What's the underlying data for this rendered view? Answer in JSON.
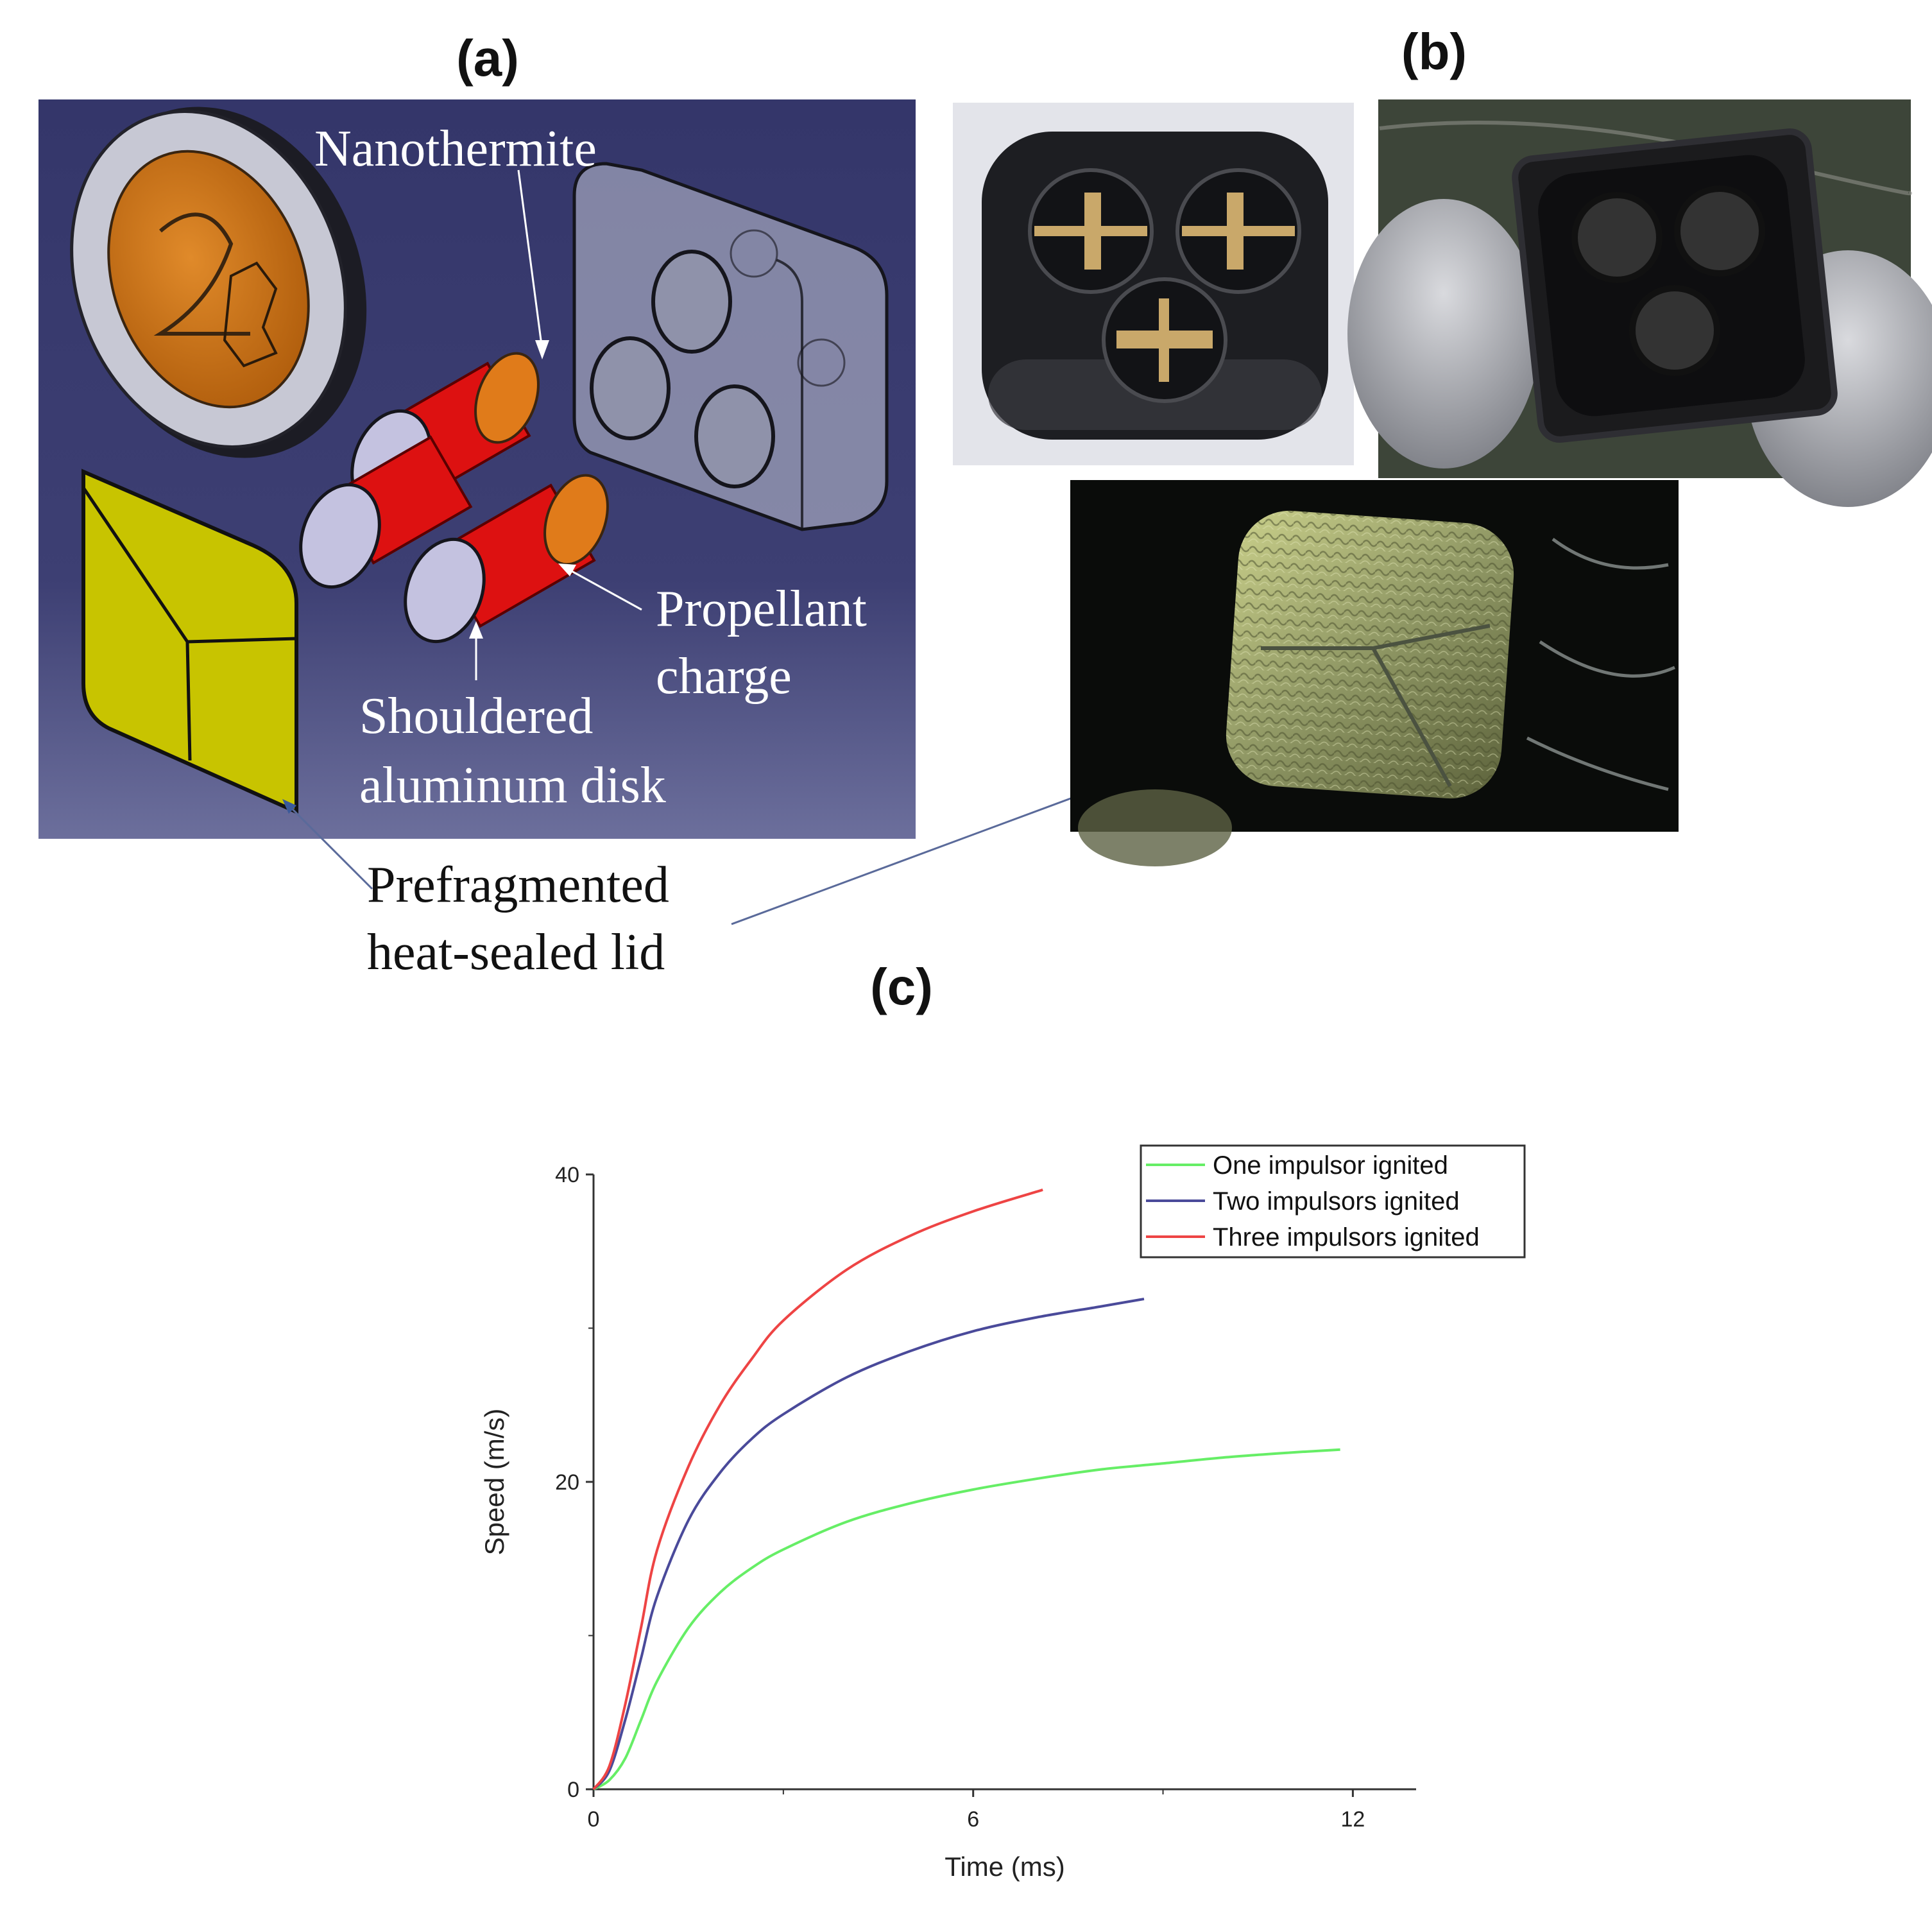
{
  "panels": {
    "a": {
      "label": "(a)"
    },
    "b": {
      "label": "(b)"
    },
    "c": {
      "label": "(c)"
    }
  },
  "callouts": {
    "nanothermite": "Nanothermite",
    "propellant_1": "Propellant",
    "propellant_2": "charge",
    "shouldered_1": "Shouldered",
    "shouldered_2": "aluminum disk",
    "lid_1": "Prefragmented",
    "lid_2": "heat-sealed lid"
  },
  "colors": {
    "cad_background": "#3b3d6b",
    "cylinder_red": "#dd1111",
    "cap_orange": "#e07b1a",
    "disk_lavender": "#c4c2e0",
    "lid_yellow": "#c8c400",
    "series_one": "#66ee66",
    "series_two": "#4a4a9a",
    "series_three": "#ee4444"
  },
  "chart_data": {
    "type": "line",
    "title": "",
    "xlabel": "Time (ms)",
    "ylabel": "Speed (m/s)",
    "xlim": [
      0,
      13
    ],
    "ylim": [
      0,
      40
    ],
    "xticks": [
      0,
      6,
      12
    ],
    "yticks": [
      0,
      20,
      40
    ],
    "grid": false,
    "legend_position": "top-right",
    "series": [
      {
        "name": "One impulsor ignited",
        "color": "#66ee66",
        "x": [
          0,
          0.25,
          0.5,
          0.75,
          1.0,
          1.5,
          2.0,
          2.5,
          3.0,
          4.0,
          5.0,
          6.0,
          7.0,
          8.0,
          9.0,
          10.0,
          11.0,
          11.8
        ],
        "y": [
          0,
          0.6,
          2.0,
          4.5,
          7.0,
          10.5,
          12.8,
          14.4,
          15.6,
          17.4,
          18.6,
          19.5,
          20.2,
          20.8,
          21.2,
          21.6,
          21.9,
          22.1
        ]
      },
      {
        "name": "Two impulsors ignited",
        "color": "#4a4a9a",
        "x": [
          0,
          0.25,
          0.5,
          0.75,
          1.0,
          1.5,
          2.0,
          2.5,
          3.0,
          4.0,
          5.0,
          6.0,
          7.0,
          8.0,
          8.7
        ],
        "y": [
          0,
          1.2,
          4.5,
          8.5,
          12.5,
          17.5,
          20.6,
          22.8,
          24.4,
          26.8,
          28.5,
          29.8,
          30.7,
          31.4,
          31.9
        ]
      },
      {
        "name": "Three impulsors ignited",
        "color": "#ee4444",
        "x": [
          0,
          0.25,
          0.5,
          0.75,
          1.0,
          1.5,
          2.0,
          2.5,
          3.0,
          4.0,
          5.0,
          6.0,
          7.1
        ],
        "y": [
          0,
          1.5,
          5.5,
          10.5,
          15.5,
          21.0,
          25.0,
          28.0,
          30.5,
          33.8,
          36.0,
          37.6,
          39.0
        ]
      }
    ]
  }
}
